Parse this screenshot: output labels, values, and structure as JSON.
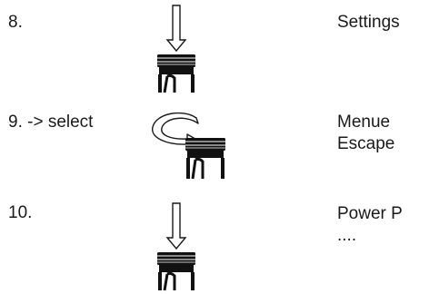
{
  "steps": [
    {
      "number": "8.",
      "icon": "press-down-arrow-icon",
      "label_lines": [
        "Settings"
      ]
    },
    {
      "number": "9. -> select",
      "icon": "rotate-arrow-icon",
      "label_lines": [
        "Menue",
        "Escape"
      ]
    },
    {
      "number": "10.",
      "icon": "press-down-arrow-icon",
      "label_lines": [
        "Power P",
        "...."
      ]
    }
  ]
}
